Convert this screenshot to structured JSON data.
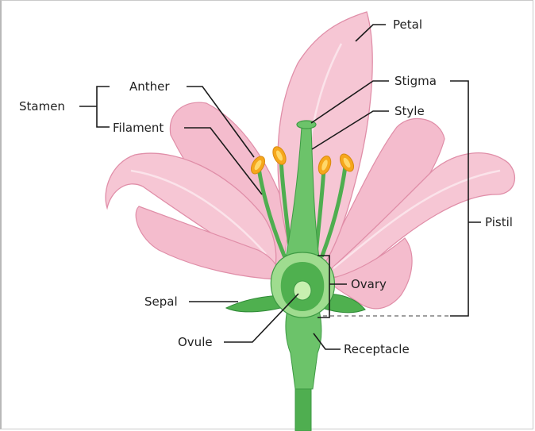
{
  "labels": {
    "petal": "Petal",
    "anther": "Anther",
    "stamen": "Stamen",
    "filament": "Filament",
    "stigma": "Stigma",
    "style": "Style",
    "pistil": "Pistil",
    "ovary": "Ovary",
    "sepal": "Sepal",
    "ovule": "Ovule",
    "receptacle": "Receptacle"
  },
  "colors": {
    "petal_fill": "#f6c6d4",
    "petal_edge": "#e08ea8",
    "petal_vein": "#fbe3ea",
    "stem_green": "#6cc36a",
    "stem_dark": "#3e9a44",
    "ovary_light": "#9fdc8f",
    "ovary_mid": "#4fb04f",
    "ovule_fill": "#c8f0b0",
    "anther_fill": "#f6a71c",
    "anther_core": "#ffd86a",
    "leader_line": "#1a1a1a"
  }
}
